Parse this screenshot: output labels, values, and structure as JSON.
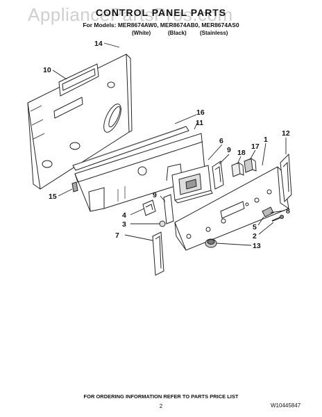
{
  "watermark": "AppliancePartsPros.com",
  "header": {
    "title": "CONTROL PANEL PARTS",
    "models": "For Models: MER8674AW0, MER8674AB0, MER8674AS0",
    "col_white": "(White)",
    "col_black": "(Black)",
    "col_stainless": "(Stainless)"
  },
  "callouts": [
    "14",
    "10",
    "16",
    "11",
    "6",
    "9",
    "18",
    "17",
    "1",
    "12",
    "15",
    "9",
    "4",
    "3",
    "8",
    "5",
    "2",
    "7",
    "13"
  ],
  "footer": {
    "ordering": "FOR ORDERING INFORMATION REFER TO PARTS PRICE LIST",
    "page": "2",
    "doc_number": "W10445847"
  }
}
